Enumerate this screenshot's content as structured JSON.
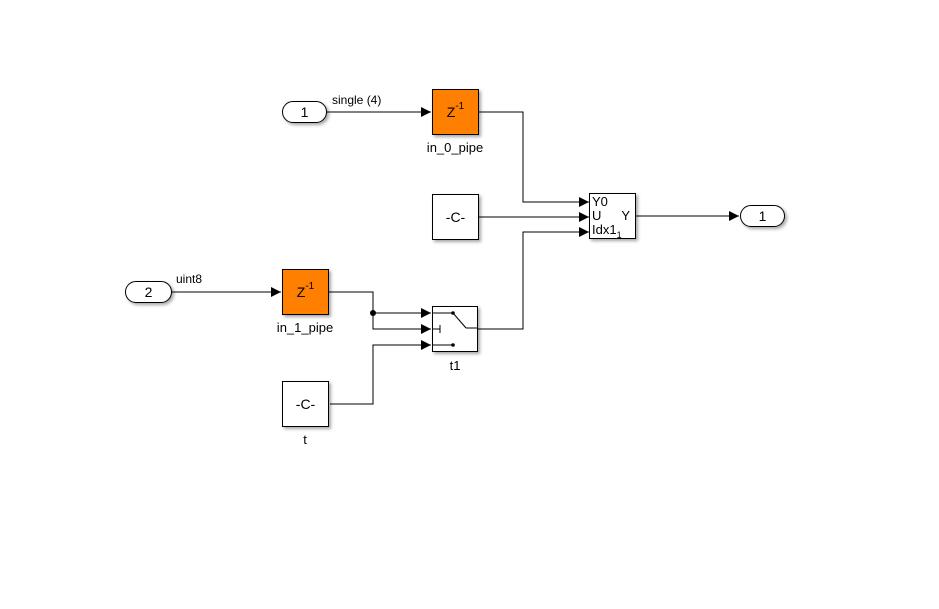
{
  "diagram": {
    "inports": [
      {
        "id": "inport-1",
        "label": "1",
        "signal": "single (4)"
      },
      {
        "id": "inport-2",
        "label": "2",
        "signal": "uint8"
      }
    ],
    "outports": [
      {
        "id": "outport-1",
        "label": "1"
      }
    ],
    "delays": [
      {
        "id": "in_0_pipe",
        "text": "Z",
        "exponent": "-1",
        "name": "in_0_pipe",
        "color": "#ff8000"
      },
      {
        "id": "in_1_pipe",
        "text": "Z",
        "exponent": "-1",
        "name": "in_1_pipe",
        "color": "#ff8000"
      }
    ],
    "constants": [
      {
        "id": "const-selector",
        "text": "-C-",
        "name": ""
      },
      {
        "id": "const-t",
        "text": "-C-",
        "name": "t"
      }
    ],
    "switch": {
      "id": "t1",
      "name": "t1"
    },
    "assignment": {
      "id": "assignment",
      "ports_in": [
        "Y0",
        "U",
        "Idx1"
      ],
      "idx_sub": "1",
      "port_out": "Y"
    },
    "connections": [
      {
        "from": "inport-1",
        "to": "in_0_pipe",
        "label": "single (4)"
      },
      {
        "from": "in_0_pipe",
        "to": "assignment.Y0"
      },
      {
        "from": "const-selector",
        "to": "assignment.U"
      },
      {
        "from": "t1",
        "to": "assignment.Idx1"
      },
      {
        "from": "assignment.Y",
        "to": "outport-1"
      },
      {
        "from": "inport-2",
        "to": "in_1_pipe",
        "label": "uint8"
      },
      {
        "from": "in_1_pipe",
        "to": "t1.in1"
      },
      {
        "from": "in_1_pipe",
        "to": "t1.in2"
      },
      {
        "from": "const-t",
        "to": "t1.in3"
      }
    ]
  }
}
